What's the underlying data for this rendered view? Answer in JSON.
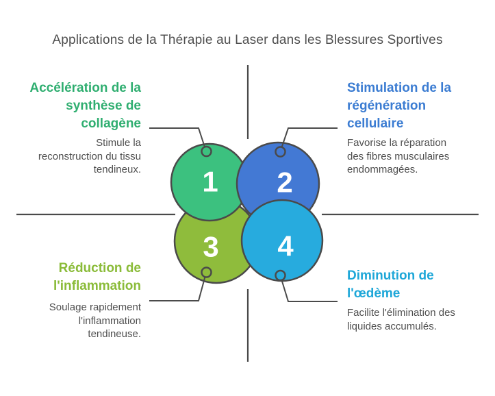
{
  "title": "Applications de la Thérapie au Laser dans les Blessures Sportives",
  "items": [
    {
      "number": "1",
      "heading": "Accélération de la\nsynthèse de\ncollagène",
      "description": "Stimule la\nreconstruction du tissu\ntendineux.",
      "accent": "#2fae70",
      "circle_color": "#3cc17f",
      "position": "top-left"
    },
    {
      "number": "2",
      "heading": "Stimulation de la\nrégénération\ncellulaire",
      "description": "Favorise la réparation\ndes fibres musculaires\nendommagées.",
      "accent": "#3b7cd2",
      "circle_color": "#4379d4",
      "position": "top-right"
    },
    {
      "number": "3",
      "heading": "Réduction de\nl'inflammation",
      "description": "Soulage rapidement\nl'inflammation\ntendineuse.",
      "accent": "#8abb38",
      "circle_color": "#8fbc3c",
      "position": "bottom-left"
    },
    {
      "number": "4",
      "heading": "Diminution de\nl'œdème",
      "description": "Facilite l'élimination des\nliquides accumulés.",
      "accent": "#1ea7d8",
      "circle_color": "#27abde",
      "position": "bottom-right"
    }
  ],
  "colors": {
    "outline": "#4a4a4a",
    "title_text": "#4f4f4f",
    "body_text": "#4f4f4f",
    "number_text": "#ffffff",
    "background": "#ffffff"
  }
}
